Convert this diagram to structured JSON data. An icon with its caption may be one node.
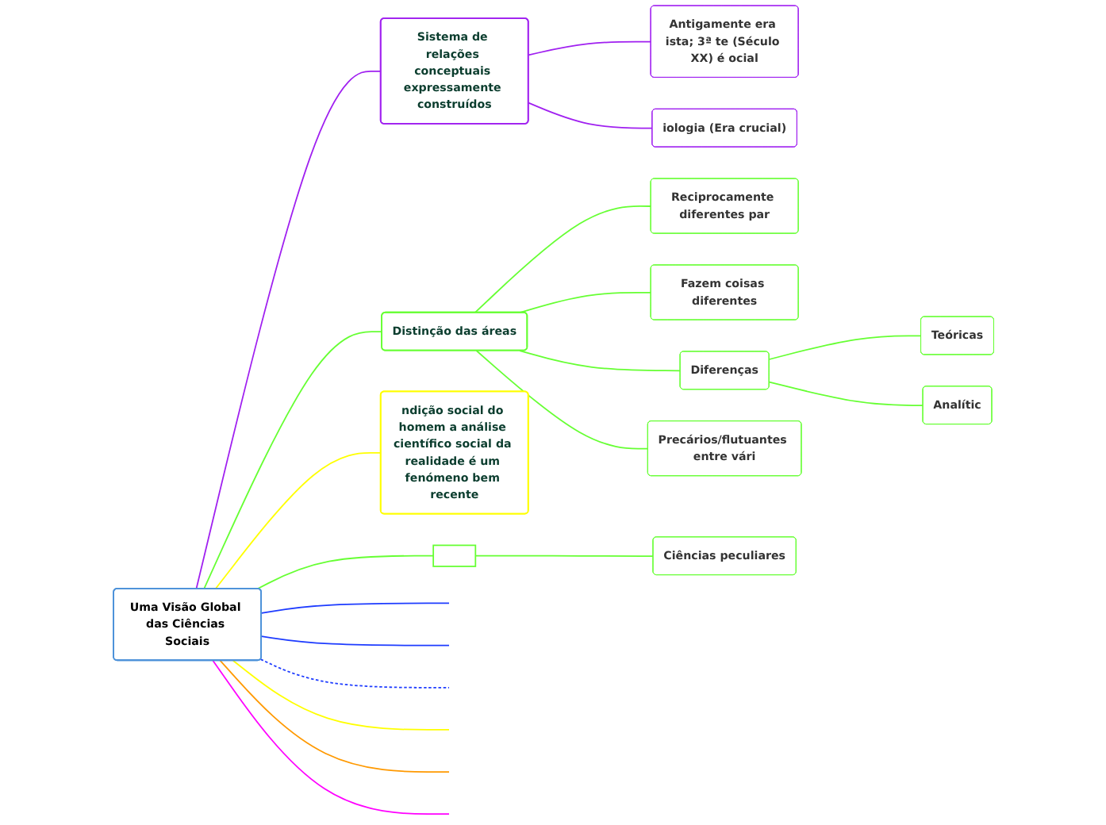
{
  "diagram": {
    "nodes": [
      {
        "text": [
          "Uma Visão Global das Ciências Sociais"
        ]
      },
      {
        "text": [
          "Sistema de relações conceptuais expressamente construídos"
        ]
      },
      {
        "text": [
          "Antigamente era ista; 3ª te (Século XX) é ocial"
        ]
      },
      {
        "text": [
          "iologia (Era crucial)"
        ]
      },
      {
        "text": [
          "Distinção das áreas"
        ]
      },
      {
        "text": [
          "Reciprocamente diferentes par"
        ]
      },
      {
        "text": [
          "Fazem coisas diferentes"
        ]
      },
      {
        "text": [
          "Diferenças"
        ]
      },
      {
        "text": [
          "Teóricas"
        ]
      },
      {
        "text": [
          "Analític"
        ]
      },
      {
        "text": [
          "Precários/flutuantes entre vári"
        ]
      },
      {
        "text": [
          "ndição social do homem a análise científico social da realidade é um fenómeno bem recente"
        ]
      },
      {
        "text": [],
        "shape": "box"
      },
      {
        "text": [
          "Ciências peculiares"
        ]
      }
    ],
    "edges": [
      {
        "from": 0,
        "to": 1,
        "arrow": "none",
        "color": "#a020f0"
      },
      {
        "from": 1,
        "to": 2,
        "arrow": "none",
        "color": "#a020f0"
      },
      {
        "from": 1,
        "to": 3,
        "arrow": "none",
        "color": "#a020f0"
      },
      {
        "from": 0,
        "to": 4,
        "arrow": "none"
      },
      {
        "from": 4,
        "to": 5,
        "arrow": "none"
      },
      {
        "from": 4,
        "to": 6,
        "arrow": "none"
      },
      {
        "from": 4,
        "to": 7,
        "arrow": "none"
      },
      {
        "from": 7,
        "to": 8,
        "arrow": "none"
      },
      {
        "from": 7,
        "to": 9,
        "arrow": "none"
      },
      {
        "from": 4,
        "to": 10,
        "arrow": "none"
      },
      {
        "from": 0,
        "to": 11,
        "arrow": "none",
        "color": "#ffff00"
      },
      {
        "from": 0,
        "to": 12,
        "arrow": "none"
      },
      {
        "from": 12,
        "to": 13,
        "arrow": "none"
      },
      {
        "from": 0,
        "to": null,
        "arrow": "none",
        "color": "#1e3cff"
      },
      {
        "from": 0,
        "to": null,
        "arrow": "none",
        "color": "#1e3cff"
      },
      {
        "from": 0,
        "to": null,
        "arrow": "none",
        "style": "dashed",
        "color": "#1e3cff"
      },
      {
        "from": 0,
        "to": null,
        "arrow": "none",
        "color": "#ffff00"
      },
      {
        "from": 0,
        "to": null,
        "arrow": "none",
        "color": "#ff9900"
      },
      {
        "from": 0,
        "to": null,
        "arrow": "none",
        "color": "#ff00ff"
      }
    ]
  }
}
